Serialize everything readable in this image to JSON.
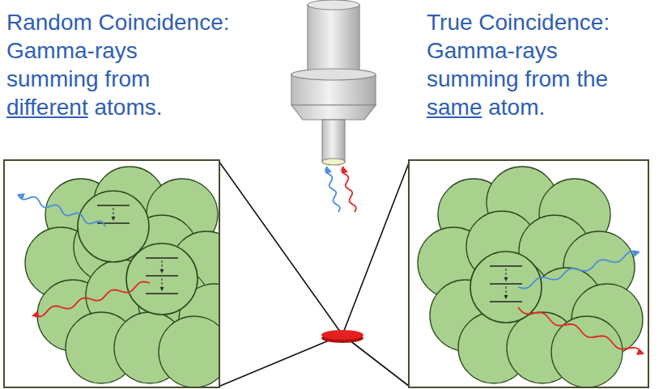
{
  "diagram": {
    "labels": [
      "Random Coincidence: Gamma-rays summing from",
      "different",
      "atoms.",
      "True Coincidence: Gamma-rays summing from the",
      "same",
      "atom."
    ]
  }
}
